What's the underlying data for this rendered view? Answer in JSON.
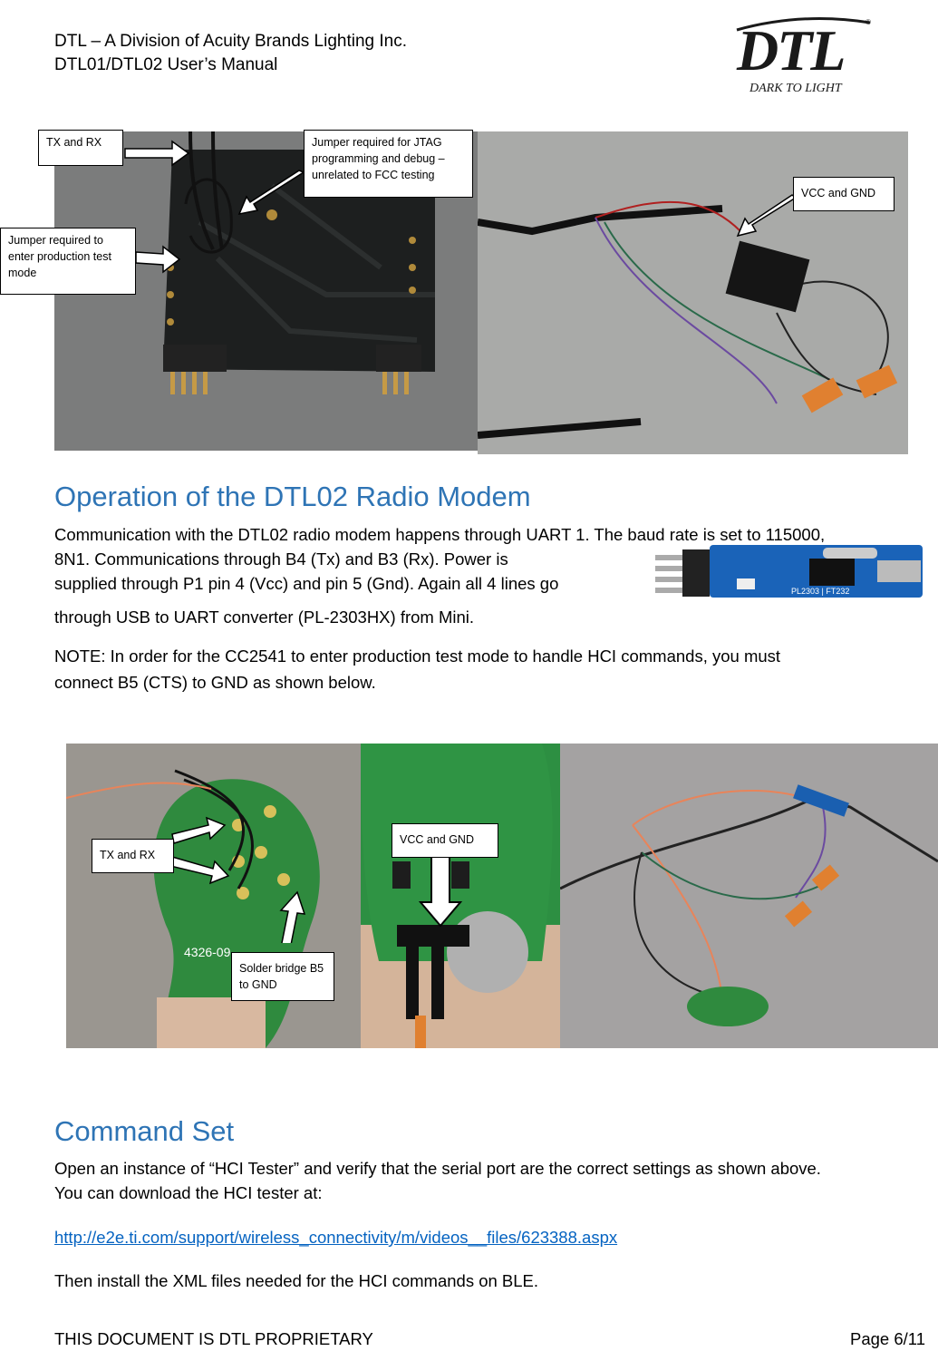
{
  "header": {
    "line1": "DTL – A Division of Acuity Brands Lighting Inc.",
    "line2": "DTL01/DTL02 User’s Manual",
    "logo_text": "DTL",
    "logo_tagline": "DARK TO LIGHT"
  },
  "figure1": {
    "callout_txrx": "TX and RX",
    "callout_jtag": "Jumper required for JTAG programming and debug – unrelated to FCC testing",
    "callout_production": "Jumper required to enter production test mode",
    "callout_vcc": "VCC and GND"
  },
  "section1": {
    "heading": "Operation of the DTL02 Radio Modem",
    "para1_line1": "Communication with the DTL02 radio modem happens through UART 1.  The baud rate is set to 115000,",
    "para1_line2": "8N1.  Communications through B4 (Tx) and B3 (Rx).  Power is",
    "para1_line3": "supplied through P1 pin 4 (Vcc) and pin 5 (Gnd).  Again all 4 lines go",
    "para1_line4": "through USB to UART converter (PL-2303HX) from Mini.",
    "note_line1": "NOTE: In order for the CC2541 to enter production test mode to handle HCI commands, you must",
    "note_line2": "connect B5 (CTS) to GND as shown below.",
    "board_label": "PL2303 | FT232"
  },
  "figure2": {
    "callout_txrx": "TX and RX",
    "callout_vcc": "VCC and GND",
    "callout_solder": "Solder bridge B5 to GND",
    "board_text": "4326-09"
  },
  "section2": {
    "heading": "Command Set",
    "para1_line1": "Open an instance of “HCI Tester” and verify that the serial port are the correct settings as shown above.",
    "para1_line2": "You can download the HCI tester at:",
    "link": "http://e2e.ti.com/support/wireless_connectivity/m/videos__files/623388.aspx",
    "para2": "Then install the XML files needed for the HCI commands on BLE."
  },
  "footer": {
    "left": "THIS DOCUMENT IS DTL PROPRIETARY",
    "right": "Page 6/11"
  }
}
